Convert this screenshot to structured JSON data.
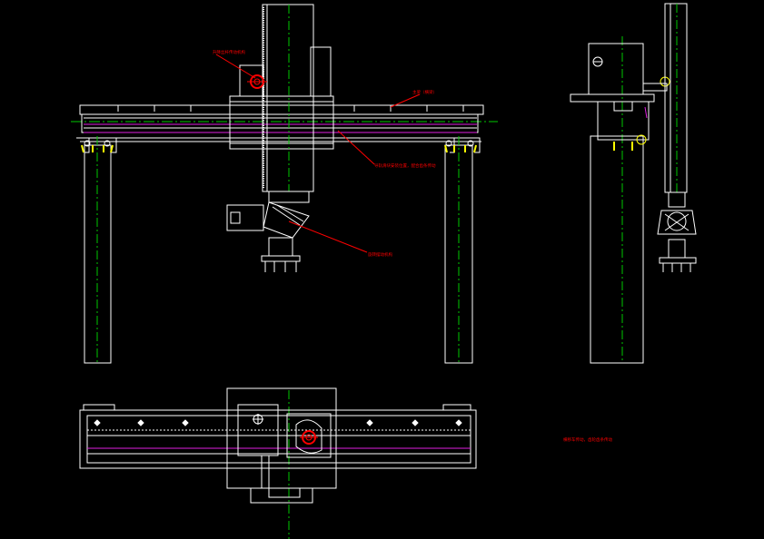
{
  "drawing": {
    "background": "#000000",
    "colors": {
      "outline": "#ffffff",
      "centerline": "#00c800",
      "annotation": "#ff0000",
      "accent": "#e020e0",
      "highlight": "#ffff00"
    }
  },
  "annotations": {
    "upper_right_label": "主梁（横梁）",
    "upper_left_label": "升降丝杆传动机构",
    "middle_label": "导轨滑块安装位置，配合齿条传动",
    "lower_label": "旋转摆动机构",
    "plan_view_label": "横移车传动，齿轮齿条传动"
  }
}
